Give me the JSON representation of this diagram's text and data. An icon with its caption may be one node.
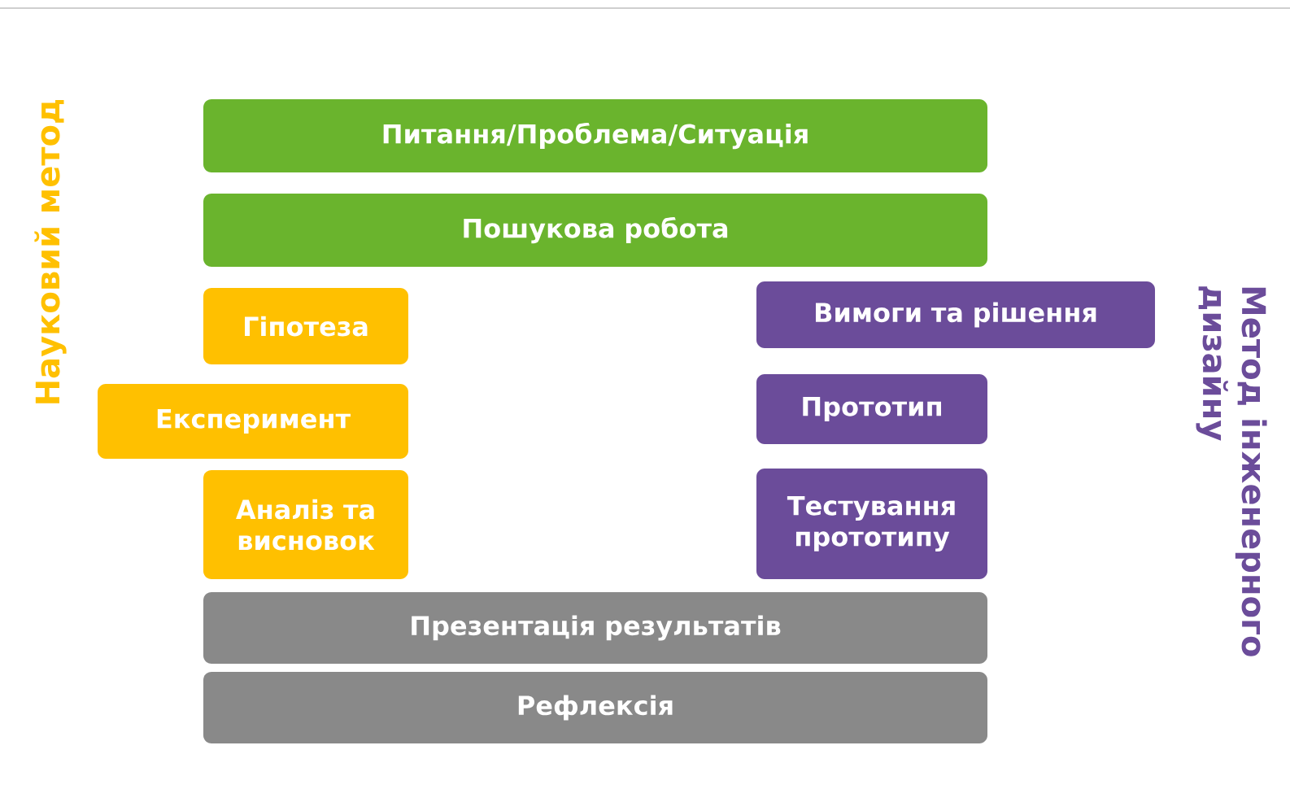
{
  "diagram": {
    "nodes": [
      {
        "text": [
          "Питання/Проблема/Ситуація"
        ]
      },
      {
        "text": [
          "Пошукова робота"
        ]
      },
      {
        "text": [
          "Гіпотеза"
        ]
      },
      {
        "text": [
          "Експеримент"
        ]
      },
      {
        "text": [
          "Аналіз та висновок"
        ]
      },
      {
        "text": [
          "Вимоги та рішення"
        ]
      },
      {
        "text": [
          "Прототип"
        ]
      },
      {
        "text": [
          "Тестування прототипу"
        ]
      },
      {
        "text": [
          "Презентація результатів"
        ]
      },
      {
        "text": [
          "Рефлексія"
        ]
      }
    ],
    "edges": [],
    "labels": [
      "Науковий метод",
      "Метод інженерного дизайну"
    ]
  }
}
